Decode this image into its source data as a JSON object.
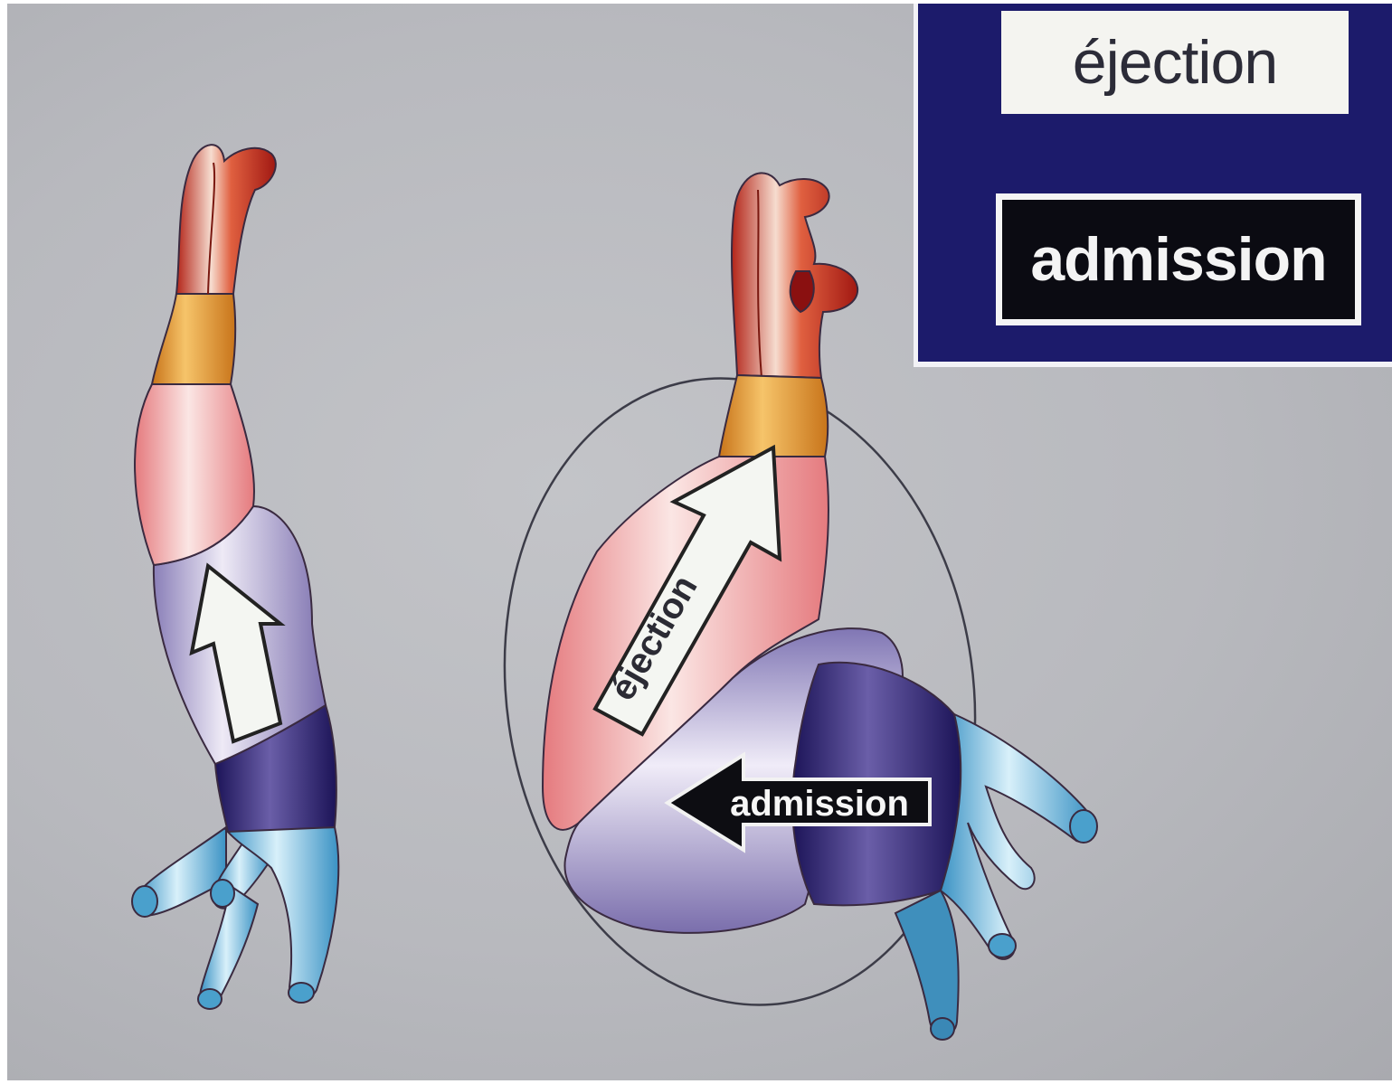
{
  "legend": {
    "ejection_label": "éjection",
    "admission_label": "admission"
  },
  "right_heart": {
    "ejection_arrow_label": "éjection",
    "admission_arrow_label": "admission"
  },
  "colors": {
    "background": "#babbbf",
    "legend_panel": "#1c1b6b",
    "artery_red": "#c8372a",
    "valve_orange": "#e0962a",
    "ventricle_pink": "#e8888a",
    "atrium_purple": "#9a92c4",
    "atrium_dark": "#231b62",
    "veins_blue": "#5ab0d8"
  }
}
